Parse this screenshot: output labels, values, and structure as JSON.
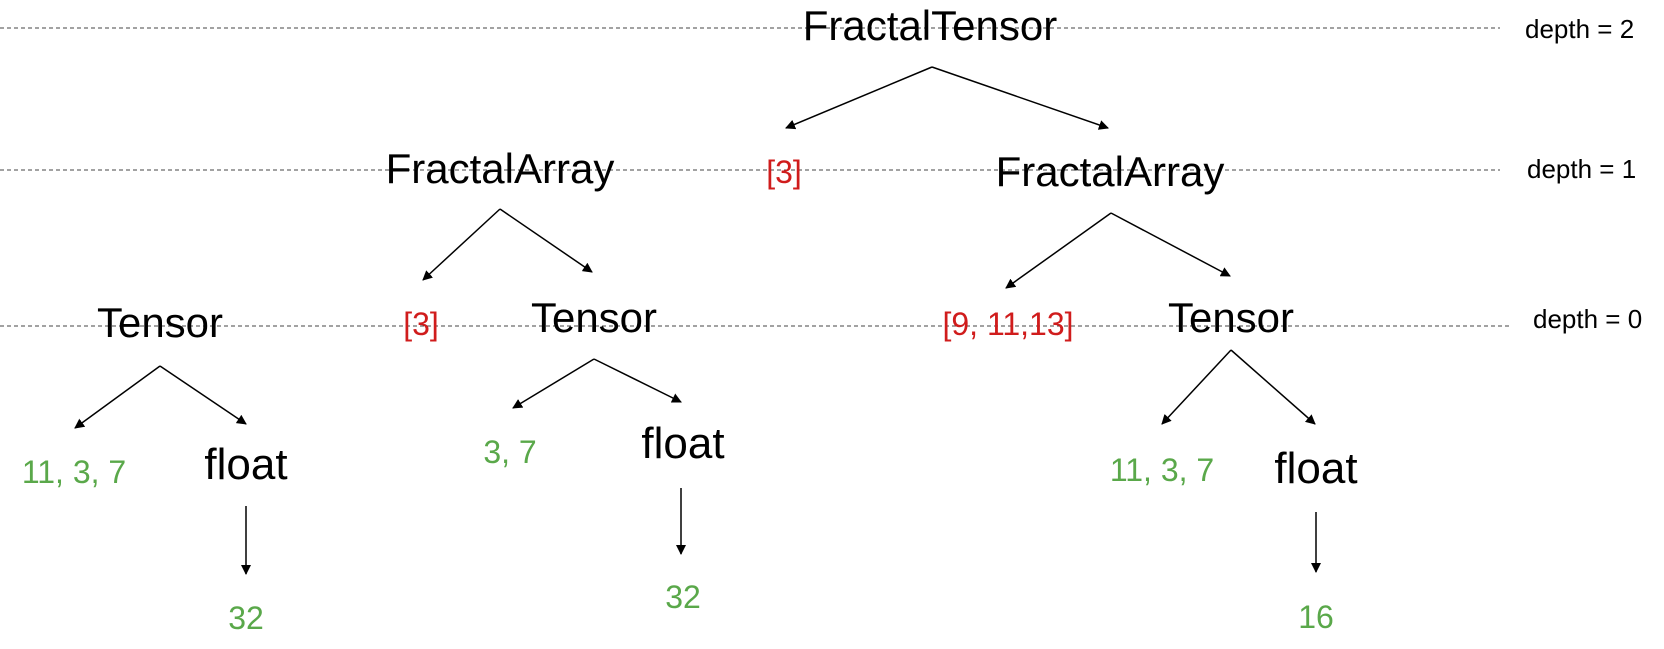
{
  "colors": {
    "shape": "#d01c1c",
    "value": "#5aa84a",
    "line": "#000000",
    "text": "#000000"
  },
  "depth_labels": {
    "d2": "depth = 2",
    "d1": "depth = 1",
    "d0": "depth = 0"
  },
  "nodes": {
    "root": "FractalTensor",
    "array_left": "FractalArray",
    "array_right": "FractalArray",
    "tensor_1": "Tensor",
    "tensor_2": "Tensor",
    "tensor_3": "Tensor",
    "float_1": "float",
    "float_2": "float",
    "float_3": "float"
  },
  "shapes": {
    "root_shape": "[3]",
    "array_left_shape": "[3]",
    "array_right_shape": "[9, 11,13]"
  },
  "values": {
    "tensor_1_dims": "11, 3, 7",
    "tensor_2_dims": "3, 7",
    "tensor_3_dims": "11, 3, 7",
    "float_1_bits": "32",
    "float_2_bits": "32",
    "float_3_bits": "16"
  }
}
